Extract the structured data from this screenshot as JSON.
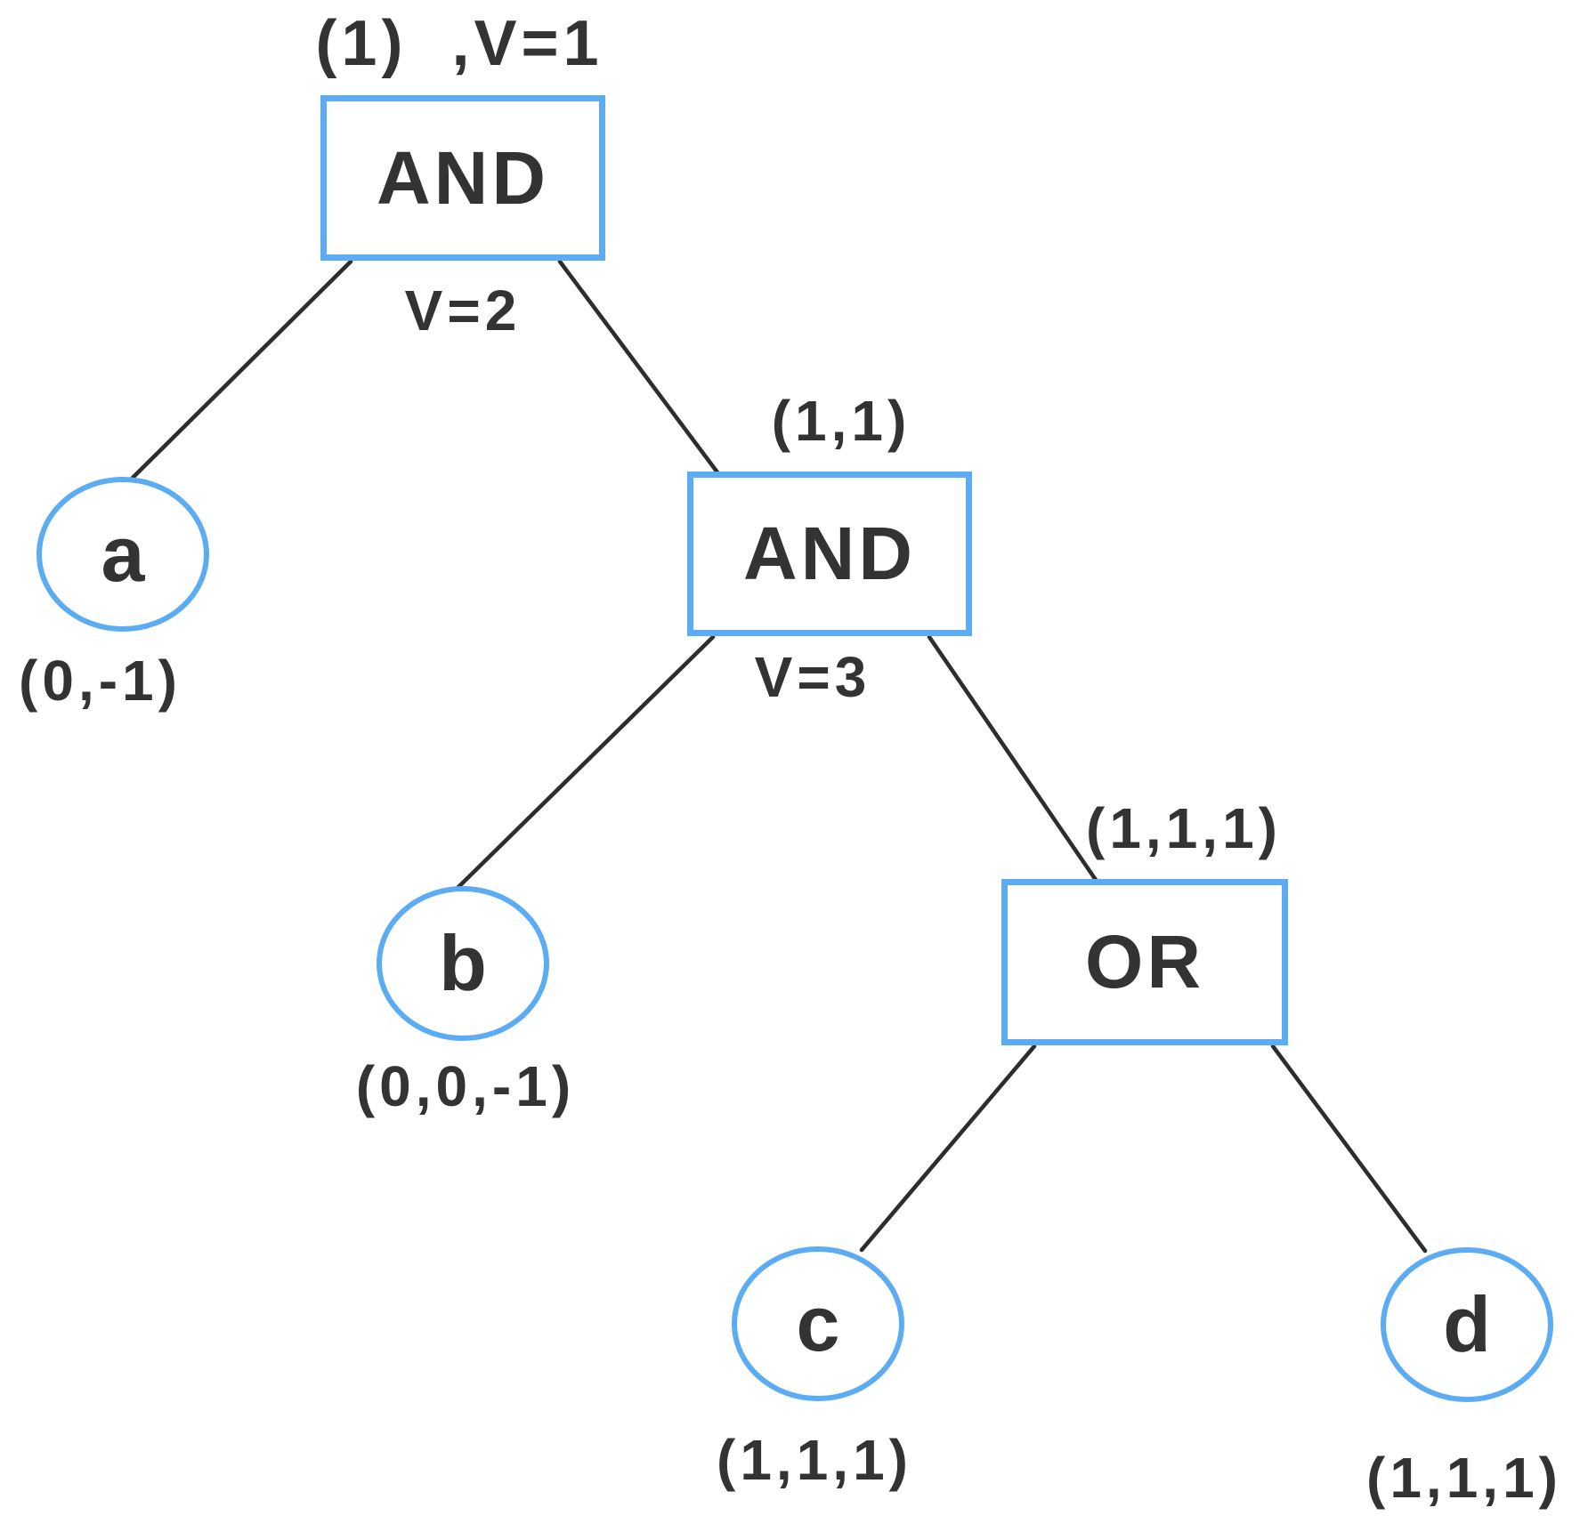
{
  "diagram": {
    "background": "#ffffff",
    "accent_color": "#5CACF4",
    "edge_color": "#2d2d2d",
    "text_color": "#333333",
    "gates": {
      "and1": {
        "label": "AND",
        "top_annotation": "(1)  ,V=1",
        "bottom_annotation": "V=2"
      },
      "and2": {
        "label": "AND",
        "top_annotation": "(1,1)",
        "bottom_annotation": "V=3"
      },
      "or1": {
        "label": "OR",
        "top_annotation": "(1,1,1)"
      }
    },
    "leaves": {
      "a": {
        "label": "a",
        "annotation": "(0,-1)"
      },
      "b": {
        "label": "b",
        "annotation": "(0,0,-1)"
      },
      "c": {
        "label": "c",
        "annotation": "(1,1,1)"
      },
      "d": {
        "label": "d",
        "annotation": "(1,1,1)"
      }
    }
  }
}
